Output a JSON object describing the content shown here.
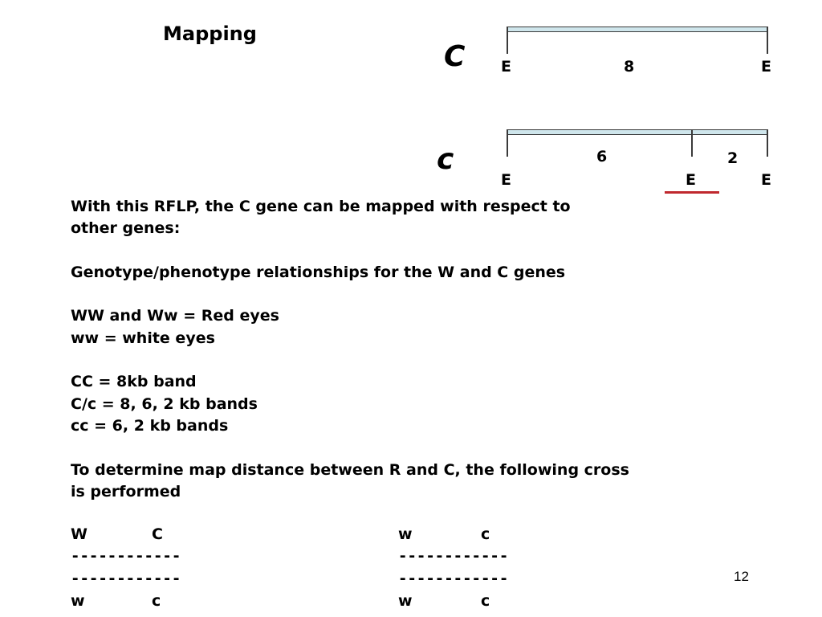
{
  "title": "Mapping",
  "gene_dominant": "C",
  "gene_recessive": "c",
  "map_dominant": {
    "site_left": "E",
    "fragment": "8",
    "site_right": "E"
  },
  "map_recessive": {
    "fragment_left": "6",
    "fragment_right": "2",
    "site_left": "E",
    "site_mid": "E",
    "site_right": "E"
  },
  "paragraphs": {
    "rflp_1": "With this RFLP, the C gene can be mapped with respect to",
    "rflp_2": "other genes:",
    "relation": "Genotype/phenotype relationships for the W and C genes",
    "ww_red": "WW and Ww = Red eyes",
    "ww_white": "ww = white eyes",
    "cc_band": "CC = 8kb band",
    "cc_het": "C/c = 8, 6, 2 kb bands",
    "cc_rec": "cc = 6, 2 kb bands",
    "cross_1": "To determine map distance between R and C, the following cross",
    "cross_2": "is performed"
  },
  "cross": {
    "left": {
      "top_w": "W",
      "top_c": "C",
      "dash1": "------------",
      "dash2": "------------",
      "bot_w": "w",
      "bot_c": "c"
    },
    "right": {
      "top_w": "w",
      "top_c": "c",
      "dash1": "------------",
      "dash2": "------------",
      "bot_w": "w",
      "bot_c": "c"
    }
  },
  "page_number": "12",
  "colors": {
    "bar_fill": "#cfe6ec",
    "marker_red": "#c0282e"
  }
}
